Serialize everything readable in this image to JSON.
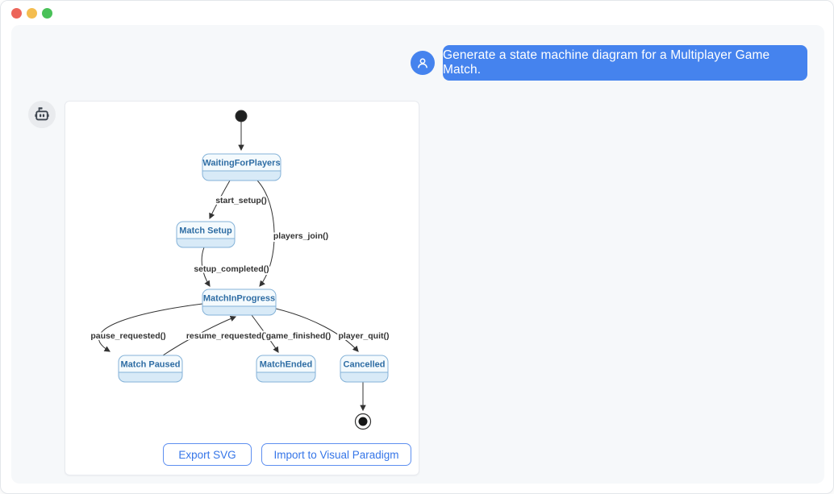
{
  "window": {
    "controls": [
      "close",
      "minimize",
      "zoom"
    ]
  },
  "chat": {
    "user_message": "Generate a state machine diagram for a Multiplayer Game Match.",
    "user_avatar_icon": "person-icon",
    "bot_avatar_icon": "robot-icon"
  },
  "diagram": {
    "type": "state-machine",
    "initial_state": "initial-dot",
    "final_state": "final-dot",
    "states": {
      "waiting": {
        "label": "WaitingForPlayers"
      },
      "setup": {
        "label": "Match Setup"
      },
      "progress": {
        "label": "MatchInProgress"
      },
      "paused": {
        "label": "Match Paused"
      },
      "ended": {
        "label": "MatchEnded"
      },
      "cancelled": {
        "label": "Cancelled"
      }
    },
    "transitions": [
      {
        "from": "initial",
        "to": "WaitingForPlayers",
        "label": ""
      },
      {
        "from": "WaitingForPlayers",
        "to": "Match Setup",
        "label": "start_setup()"
      },
      {
        "from": "WaitingForPlayers",
        "to": "MatchInProgress",
        "label": "players_join()"
      },
      {
        "from": "Match Setup",
        "to": "MatchInProgress",
        "label": "setup_completed()"
      },
      {
        "from": "MatchInProgress",
        "to": "Match Paused",
        "label": "pause_requested()"
      },
      {
        "from": "Match Paused",
        "to": "MatchInProgress",
        "label": "resume_requested()"
      },
      {
        "from": "MatchInProgress",
        "to": "MatchEnded",
        "label": "game_finished()"
      },
      {
        "from": "MatchInProgress",
        "to": "Cancelled",
        "label": "player_quit()"
      },
      {
        "from": "Cancelled",
        "to": "final",
        "label": ""
      }
    ],
    "colors": {
      "state_fill_title": "#f4fafd",
      "state_fill_body": "#d8eaf7",
      "state_border": "#84b2d8",
      "state_text": "#2e6da4",
      "edge": "#333333"
    }
  },
  "actions": {
    "export_svg_label": "Export SVG",
    "import_vp_label": "Import to Visual Paradigm"
  },
  "colors": {
    "accent_blue": "#4583ee",
    "panel_bg": "#f6f8fa",
    "traffic_red": "#ec655a",
    "traffic_yellow": "#f4bd4f",
    "traffic_green": "#49c158"
  }
}
